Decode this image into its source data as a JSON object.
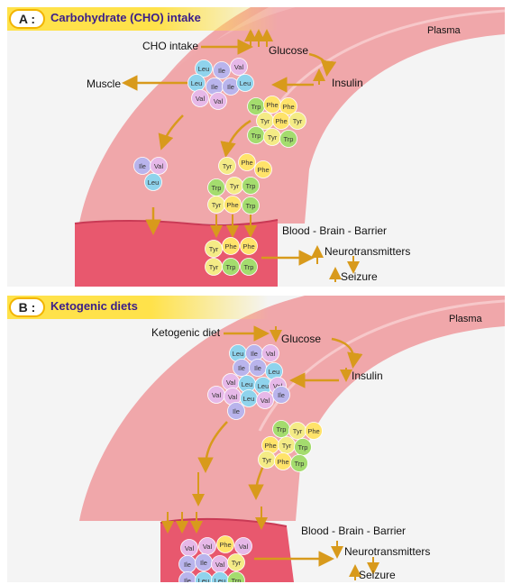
{
  "panel_a": {
    "letter": "A :",
    "title": "Carbohydrate (CHO) intake",
    "plasma": "Plasma",
    "cho_intake": "CHO intake",
    "glucose": "Glucose",
    "insulin": "Insulin",
    "muscle": "Muscle",
    "bbb": "Blood - Brain - Barrier",
    "neurotransmitters": "Neurotransmitters",
    "seizure": "Seizure",
    "blood_cluster": [
      "Leu",
      "Ile",
      "Val",
      "Leu",
      "Ile",
      "Ile",
      "Leu",
      "Val",
      "Val"
    ],
    "blood_trp_cluster": [
      "Trp",
      "Phe",
      "Phe",
      "Tyr",
      "Phe",
      "Tyr",
      "Trp",
      "Tyr",
      "Trp"
    ],
    "muscle_cluster": [
      "Ile",
      "Val",
      "Leu"
    ],
    "mid_cluster": [
      "Tyr",
      "Phe",
      "Phe",
      "Trp",
      "Tyr",
      "Trp",
      "Tyr",
      "Phe",
      "Trp"
    ],
    "brain_cluster": [
      "Tyr",
      "Phe",
      "Phe",
      "Tyr",
      "Trp",
      "Trp"
    ]
  },
  "panel_b": {
    "letter": "B :",
    "title": "Ketogenic diets",
    "plasma": "Plasma",
    "ketogenic_diet": "Ketogenic diet",
    "glucose": "Glucose",
    "insulin": "Insulin",
    "bbb": "Blood - Brain - Barrier",
    "neurotransmitters": "Neurotransmitters",
    "seizure": "Seizure",
    "bcaa_cluster": [
      "Leu",
      "Ile",
      "Val",
      "Ile",
      "Ile",
      "Leu",
      "Val",
      "Leu",
      "Leu",
      "Val",
      "Val",
      "Val",
      "Leu",
      "Val",
      "Ile",
      "Ile"
    ],
    "aaa_cluster": [
      "Trp",
      "Tyr",
      "Phe",
      "Phe",
      "Tyr",
      "Trp",
      "Tyr",
      "Phe",
      "Trp"
    ],
    "brain_cluster": [
      "Val",
      "Val",
      "Phe",
      "Val",
      "Ile",
      "Ile",
      "Val",
      "Tyr",
      "Ile",
      "Leu",
      "Leu",
      "Trp"
    ]
  },
  "colors": {
    "Leu": "#8fd3ec",
    "Ile": "#b9b4ec",
    "Val": "#e6b8e8",
    "Trp": "#a4dc6e",
    "Phe": "#ffe36a",
    "Tyr": "#f4eb86",
    "vessel": "#f0a3a6",
    "brain": "#e8586e",
    "arrow": "#d89a1c"
  }
}
